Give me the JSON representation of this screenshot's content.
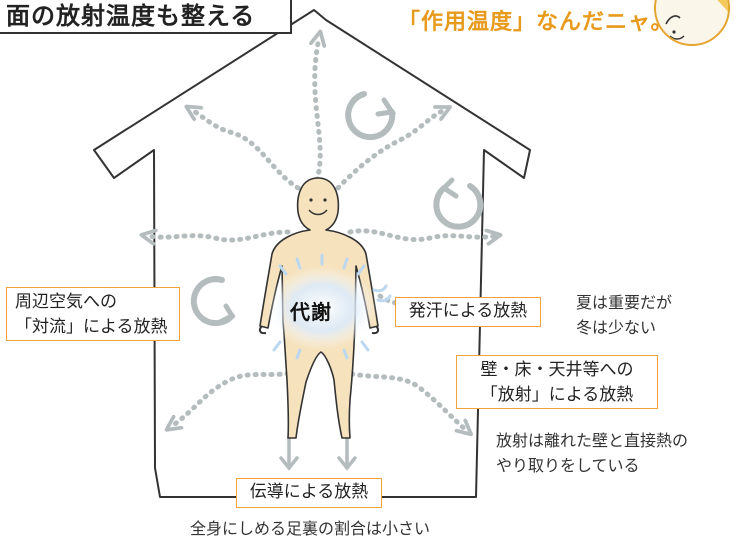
{
  "title": "面の放射温度も整える",
  "speech_text": "「作用温度」なんだニャ。",
  "center_label": "代謝",
  "labels": {
    "convection_line1": "周辺空気への",
    "convection_line2": "「対流」による放熱",
    "sweat": "発汗による放熱",
    "radiation_line1": "壁・床・天井等への",
    "radiation_line2": "「放射」による放熱",
    "conduction": "伝導による放熱"
  },
  "notes": {
    "sweat_line1": "夏は重要だが",
    "sweat_line2": "冬は少ない",
    "radiation_line1": "放射は離れた壁と直接熱の",
    "radiation_line2": "やり取りをしている",
    "conduction": "全身にしめる足裏の割合は小さい"
  },
  "colors": {
    "accent_orange": "#f0a23c",
    "speech_orange": "#e89a1c",
    "arrow_gray": "#b4bcbd",
    "body_skin": "#f6e2bd",
    "glow_blue": "#bcd8f0",
    "outline": "#333333"
  }
}
